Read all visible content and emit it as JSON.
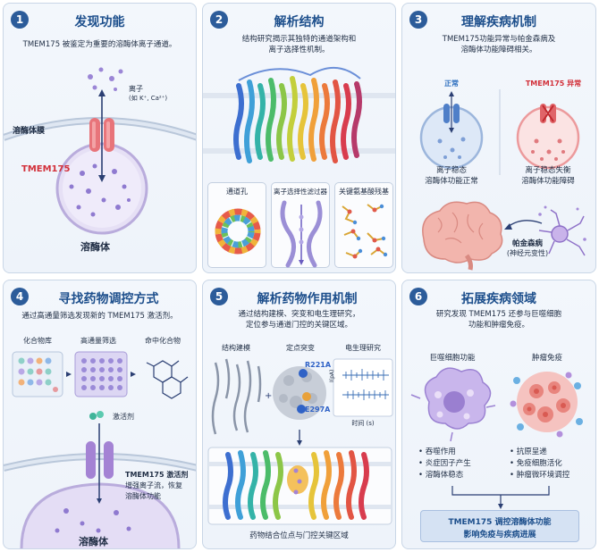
{
  "panel1": {
    "number": "1",
    "title": "发现功能",
    "desc": "TMEM175 被鉴定为重要的溶酶体离子通道。",
    "ion_label": "离子",
    "ion_detail": "(如 K⁺, Ca²⁺)",
    "membrane_label": "溶酶体膜",
    "channel_label": "TMEM175",
    "lysosome_label": "溶酶体"
  },
  "panel2": {
    "number": "2",
    "title": "解析结构",
    "desc_line1": "结构研究揭示其独特的通道架构和",
    "desc_line2": "离子选择性机制。",
    "box1": "通道孔",
    "box2": "离子选择性滤过器",
    "box3": "关键氨基酸残基"
  },
  "panel3": {
    "number": "3",
    "title": "理解疾病机制",
    "desc_line1": "TMEM175功能异常与帕金森病及",
    "desc_line2": "溶酶体功能障碍相关。",
    "normal_label": "正常",
    "abnormal_label": "TMEM175 异常",
    "normal_cap1": "离子稳态",
    "normal_cap2": "溶酶体功能正常",
    "abnormal_cap1": "离子稳态失衡",
    "abnormal_cap2": "溶酶体功能障碍",
    "disease_label": "帕金森病",
    "disease_detail": "(神经元变性)"
  },
  "panel4": {
    "number": "4",
    "title": "寻找药物调控方式",
    "desc": "通过高通量筛选发现新的 TMEM175 激活剂。",
    "step1": "化合物库",
    "step2": "高通量筛选",
    "step3": "命中化合物",
    "agonist_label": "激活剂",
    "note_line1": "TMEM175 激活剂",
    "note_line2": "增强离子流，恢复",
    "note_line3": "溶酶体功能",
    "lysosome_label": "溶酶体"
  },
  "panel5": {
    "number": "5",
    "title": "解析药物作用机制",
    "desc_line1": "通过结构建模、突变和电生理研究，",
    "desc_line2": "定位参与通道门控的关键区域。",
    "sub1": "结构建模",
    "sub2": "定点突变",
    "sub3": "电生理研究",
    "mut1": "R221A",
    "mut2": "E297A",
    "trace_ylabel": "I(pA)",
    "trace_xlabel": "时间 (s)",
    "caption": "药物结合位点与门控关键区域"
  },
  "panel6": {
    "number": "6",
    "title": "拓展疾病领域",
    "desc_line1": "研究发现 TMEM175 还参与巨噬细胞",
    "desc_line2": "功能和肿瘤免疫。",
    "left_title": "巨噬细胞功能",
    "right_title": "肿瘤免疫",
    "left_items": [
      "吞噬作用",
      "炎症因子产生",
      "溶酶体稳态"
    ],
    "right_items": [
      "抗原呈递",
      "免疫细胞活化",
      "肿瘤微环境调控"
    ],
    "summary_line1": "TMEM175 调控溶酶体功能",
    "summary_line2": "影响免疫与疾病进展"
  }
}
